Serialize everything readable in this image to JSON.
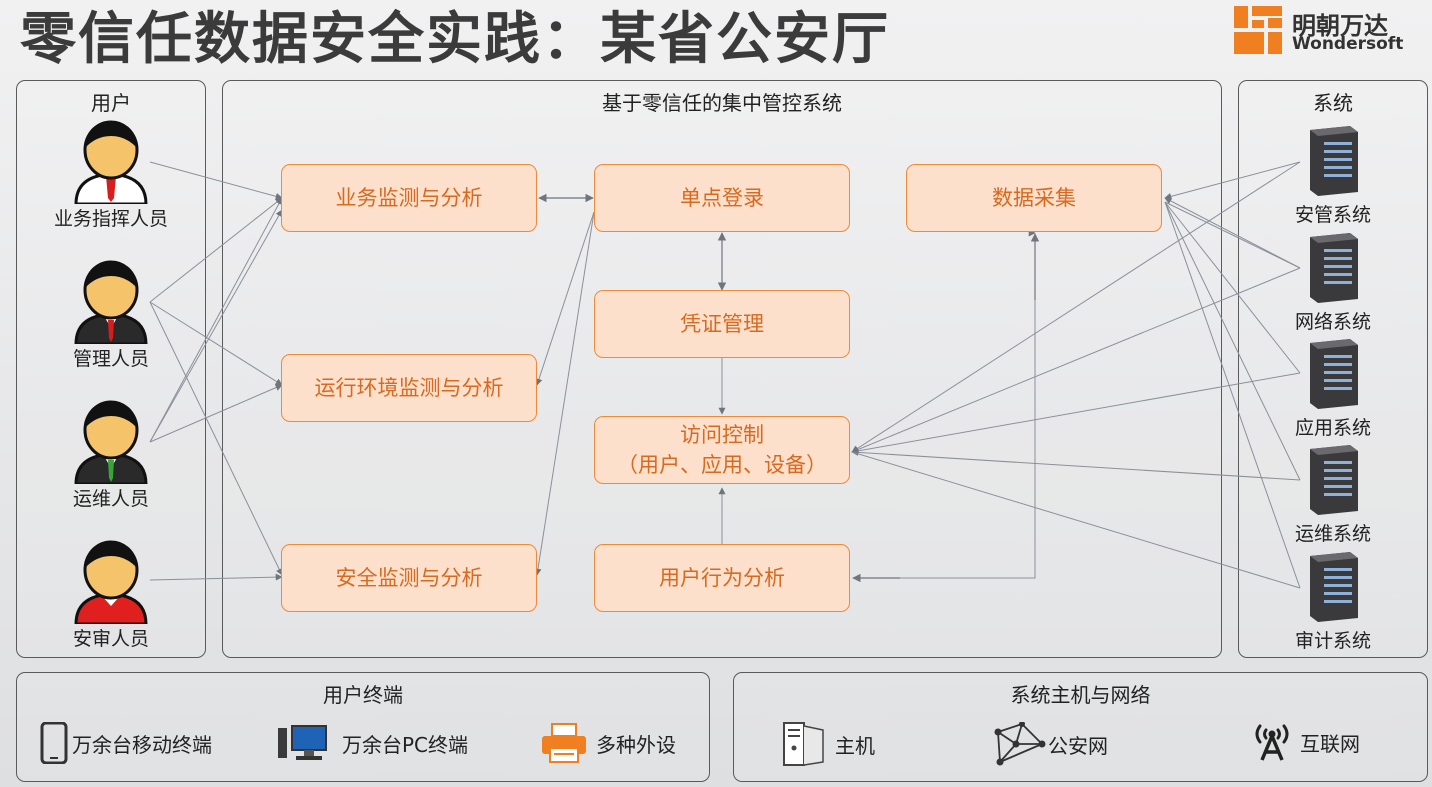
{
  "title": "零信任数据安全实践：某省公安厅",
  "logo": {
    "cn": "明朝万达",
    "en": "Wondersoft",
    "color": "#f07f22"
  },
  "panels": {
    "users": "用户",
    "center": "基于零信任的集中管控系统",
    "systems": "系统",
    "terminals": "用户终端",
    "infra": "系统主机与网络"
  },
  "users": [
    {
      "label": "业务指挥人员",
      "shirt": "#d91c1c",
      "tie": "#d91c1c"
    },
    {
      "label": "管理人员",
      "shirt": "#2a2a2a",
      "tie": "#d91c1c"
    },
    {
      "label": "运维人员",
      "shirt": "#2a2a2a",
      "tie": "#3aa33a"
    },
    {
      "label": "安审人员",
      "shirt": "#e0201f",
      "tie": "#e0201f"
    }
  ],
  "boxes": {
    "biz": "业务监测与分析",
    "env": "运行环境监测与分析",
    "sec": "安全监测与分析",
    "sso": "单点登录",
    "cred": "凭证管理",
    "access": "访问控制\n（用户、应用、设备）",
    "uba": "用户行为分析",
    "collect": "数据采集"
  },
  "systems": [
    "安管系统",
    "网络系统",
    "应用系统",
    "运维系统",
    "审计系统"
  ],
  "terminals": [
    {
      "icon": "phone-icon",
      "label": "万余台移动终端"
    },
    {
      "icon": "pc-icon",
      "label": "万余台PC终端"
    },
    {
      "icon": "printer-icon",
      "label": "多种外设"
    }
  ],
  "infra": [
    {
      "icon": "host-icon",
      "label": "主机"
    },
    {
      "icon": "network-icon",
      "label": "公安网"
    },
    {
      "icon": "antenna-icon",
      "label": "互联网"
    }
  ],
  "colors": {
    "accent": "#ef8a3a",
    "box_fill": "#fde0cc",
    "box_text": "#d8691e",
    "line": "#8a9099"
  }
}
